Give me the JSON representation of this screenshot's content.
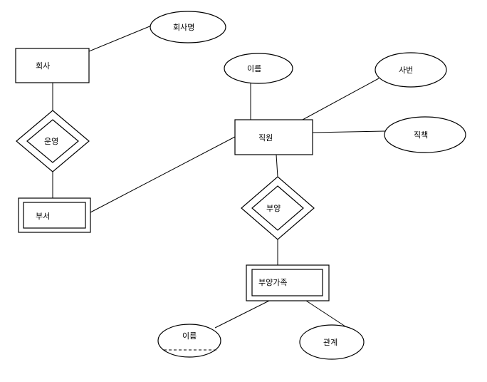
{
  "diagram": {
    "entities": {
      "company": "회사",
      "department": "부서",
      "employee": "직원",
      "dependent_family": "부양가족"
    },
    "relationships": {
      "operate": "운영",
      "support": "부양"
    },
    "attributes": {
      "company_name": "회사명",
      "employee_name": "이름",
      "employee_id": "사번",
      "position": "직책",
      "dependent_name": "이름",
      "relation": "관계"
    }
  }
}
